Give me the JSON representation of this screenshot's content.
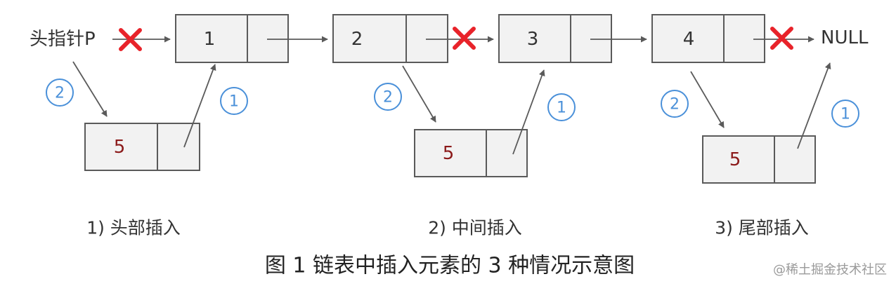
{
  "head_pointer_label": "头指针P",
  "null_label": "NULL",
  "list_nodes": [
    "1",
    "2",
    "3",
    "4"
  ],
  "new_node_value": "5",
  "step_labels": {
    "first": "1",
    "second": "2"
  },
  "sub_captions": [
    "1) 头部插入",
    "2) 中间插入",
    "3) 尾部插入"
  ],
  "caption": "图 1 链表中插入元素的 3 种情况示意图",
  "watermark": "@稀土掘金技术社区",
  "colors": {
    "box_fill": "#f2f2f2",
    "box_stroke": "#5a5a5a",
    "new_value": "#8b1a1a",
    "cross": "#e8232a",
    "step_circle": "#4a90d9"
  }
}
